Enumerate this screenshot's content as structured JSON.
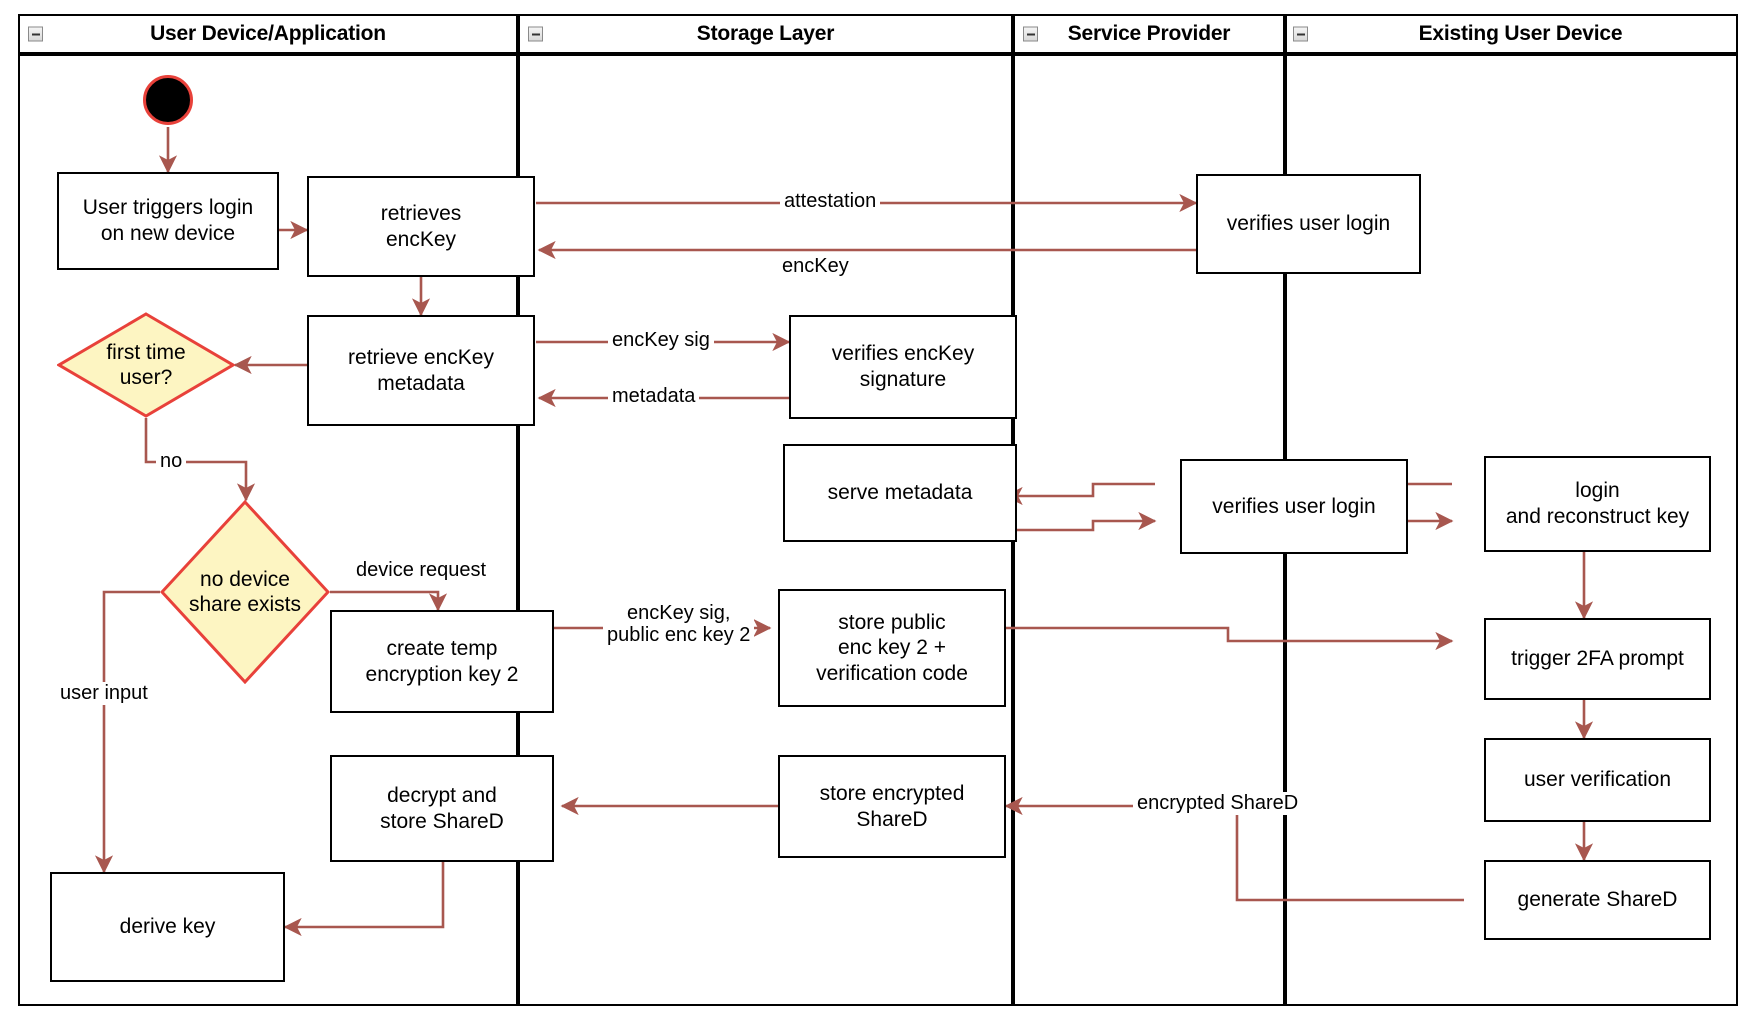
{
  "diagram": {
    "type": "uml-activity-swimlane",
    "colors": {
      "edge": "#a8574f",
      "decision_fill": "#fdf5c2",
      "decision_stroke": "#e8413a",
      "node_stroke": "#000000",
      "start_fill": "#000000",
      "start_stroke": "#e8413a",
      "background": "#ffffff"
    }
  },
  "lanes": [
    {
      "id": "user-device",
      "title": "User Device/Application",
      "collapse_icon": "collapse-minus-icon"
    },
    {
      "id": "storage-layer",
      "title": "Storage Layer",
      "collapse_icon": "collapse-minus-icon"
    },
    {
      "id": "service-provider",
      "title": "Service Provider",
      "collapse_icon": "collapse-minus-icon"
    },
    {
      "id": "existing-user-device",
      "title": "Existing User Device",
      "collapse_icon": "collapse-minus-icon"
    }
  ],
  "nodes": {
    "start": {
      "shape": "initial-node",
      "label": ""
    },
    "user_triggers_login": {
      "shape": "activity",
      "label": "User triggers login\non new device"
    },
    "retrieves_enckey": {
      "shape": "activity",
      "label": "retrieves\nencKey"
    },
    "retrieve_enckey_metadata": {
      "shape": "activity",
      "label": "retrieve encKey\nmetadata"
    },
    "first_time_user": {
      "shape": "decision",
      "label": "first time\nuser?"
    },
    "no_device_share_exists": {
      "shape": "decision",
      "label": "no device\nshare exists"
    },
    "create_temp_encryption_key_2": {
      "shape": "activity",
      "label": "create temp\nencryption key 2"
    },
    "decrypt_and_store_shared": {
      "shape": "activity",
      "label": "decrypt and\nstore ShareD"
    },
    "derive_key": {
      "shape": "activity",
      "label": "derive key"
    },
    "verifies_enckey_signature": {
      "shape": "activity",
      "label": "verifies encKey\nsignature"
    },
    "serve_metadata": {
      "shape": "activity",
      "label": "serve metadata"
    },
    "store_public_enc_key_2": {
      "shape": "activity",
      "label": "store public\nenc key 2 +\nverification code"
    },
    "store_encrypted_shared": {
      "shape": "activity",
      "label": "store encrypted\nShareD"
    },
    "verifies_user_login_1": {
      "shape": "activity",
      "label": "verifies user login"
    },
    "verifies_user_login_2": {
      "shape": "activity",
      "label": "verifies user login"
    },
    "login_and_reconstruct_key": {
      "shape": "activity",
      "label": "login\nand reconstruct key"
    },
    "trigger_2fa_prompt": {
      "shape": "activity",
      "label": "trigger 2FA prompt"
    },
    "user_verification": {
      "shape": "activity",
      "label": "user verification"
    },
    "generate_shared": {
      "shape": "activity",
      "label": "generate ShareD"
    }
  },
  "edge_labels": {
    "attestation": "attestation",
    "enckey": "encKey",
    "enckey_sig": "encKey sig",
    "metadata": "metadata",
    "no": "no",
    "device_request": "device request",
    "enckey_sig_public_enc_key_2": "encKey sig,\npublic enc key 2",
    "user_input": "user input",
    "encrypted_shared": "encrypted ShareD"
  }
}
